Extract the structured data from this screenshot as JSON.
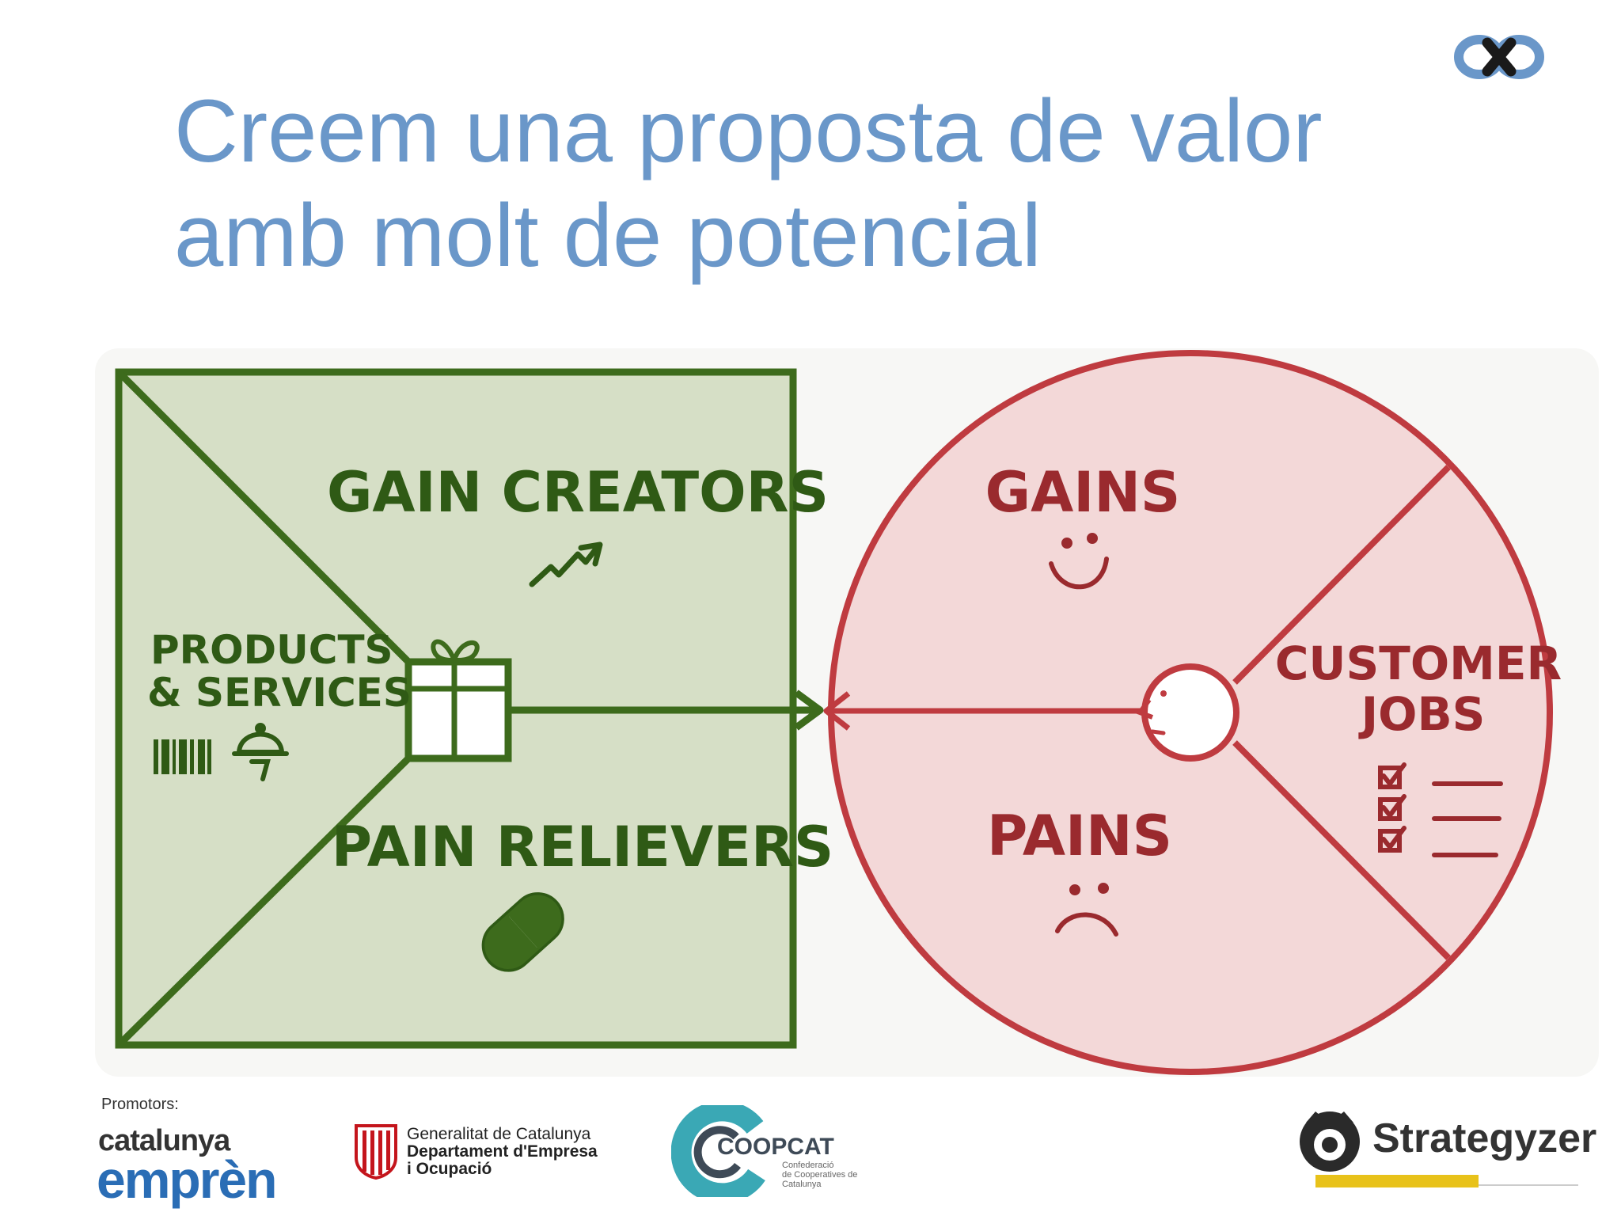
{
  "slide": {
    "title_line1": "Creem una proposta de valor",
    "title_line2": "amb molt de potencial"
  },
  "diagram": {
    "value_map": {
      "gain_creators": "GAIN CREATORS",
      "products_line1": "PRODUCTS",
      "products_line2": "& SERVICES",
      "pain_relievers": "PAIN RELIEVERS"
    },
    "customer_profile": {
      "gains": "GAINS",
      "customer_line1": "CUSTOMER",
      "customer_line2": "JOBS",
      "pains": "PAINS"
    },
    "colors": {
      "green_stroke": "#3d6b1c",
      "green_fill": "#d6dfc6",
      "red_stroke": "#bf3b40",
      "red_fill": "#f3d8d8"
    }
  },
  "footer": {
    "promoters_label": "Promotors:",
    "catalunya_top": "catalunya",
    "catalunya_bottom": "emprèn",
    "gen_line1": "Generalitat de Catalunya",
    "gen_line2": "Departament d'Empresa",
    "gen_line3": "i Ocupació",
    "coopcat": "COOPCAT",
    "coopcat_sub1": "Confederació",
    "coopcat_sub2": "de Cooperatives de",
    "coopcat_sub3": "Catalunya",
    "strategyzer": "Strategyzer"
  }
}
